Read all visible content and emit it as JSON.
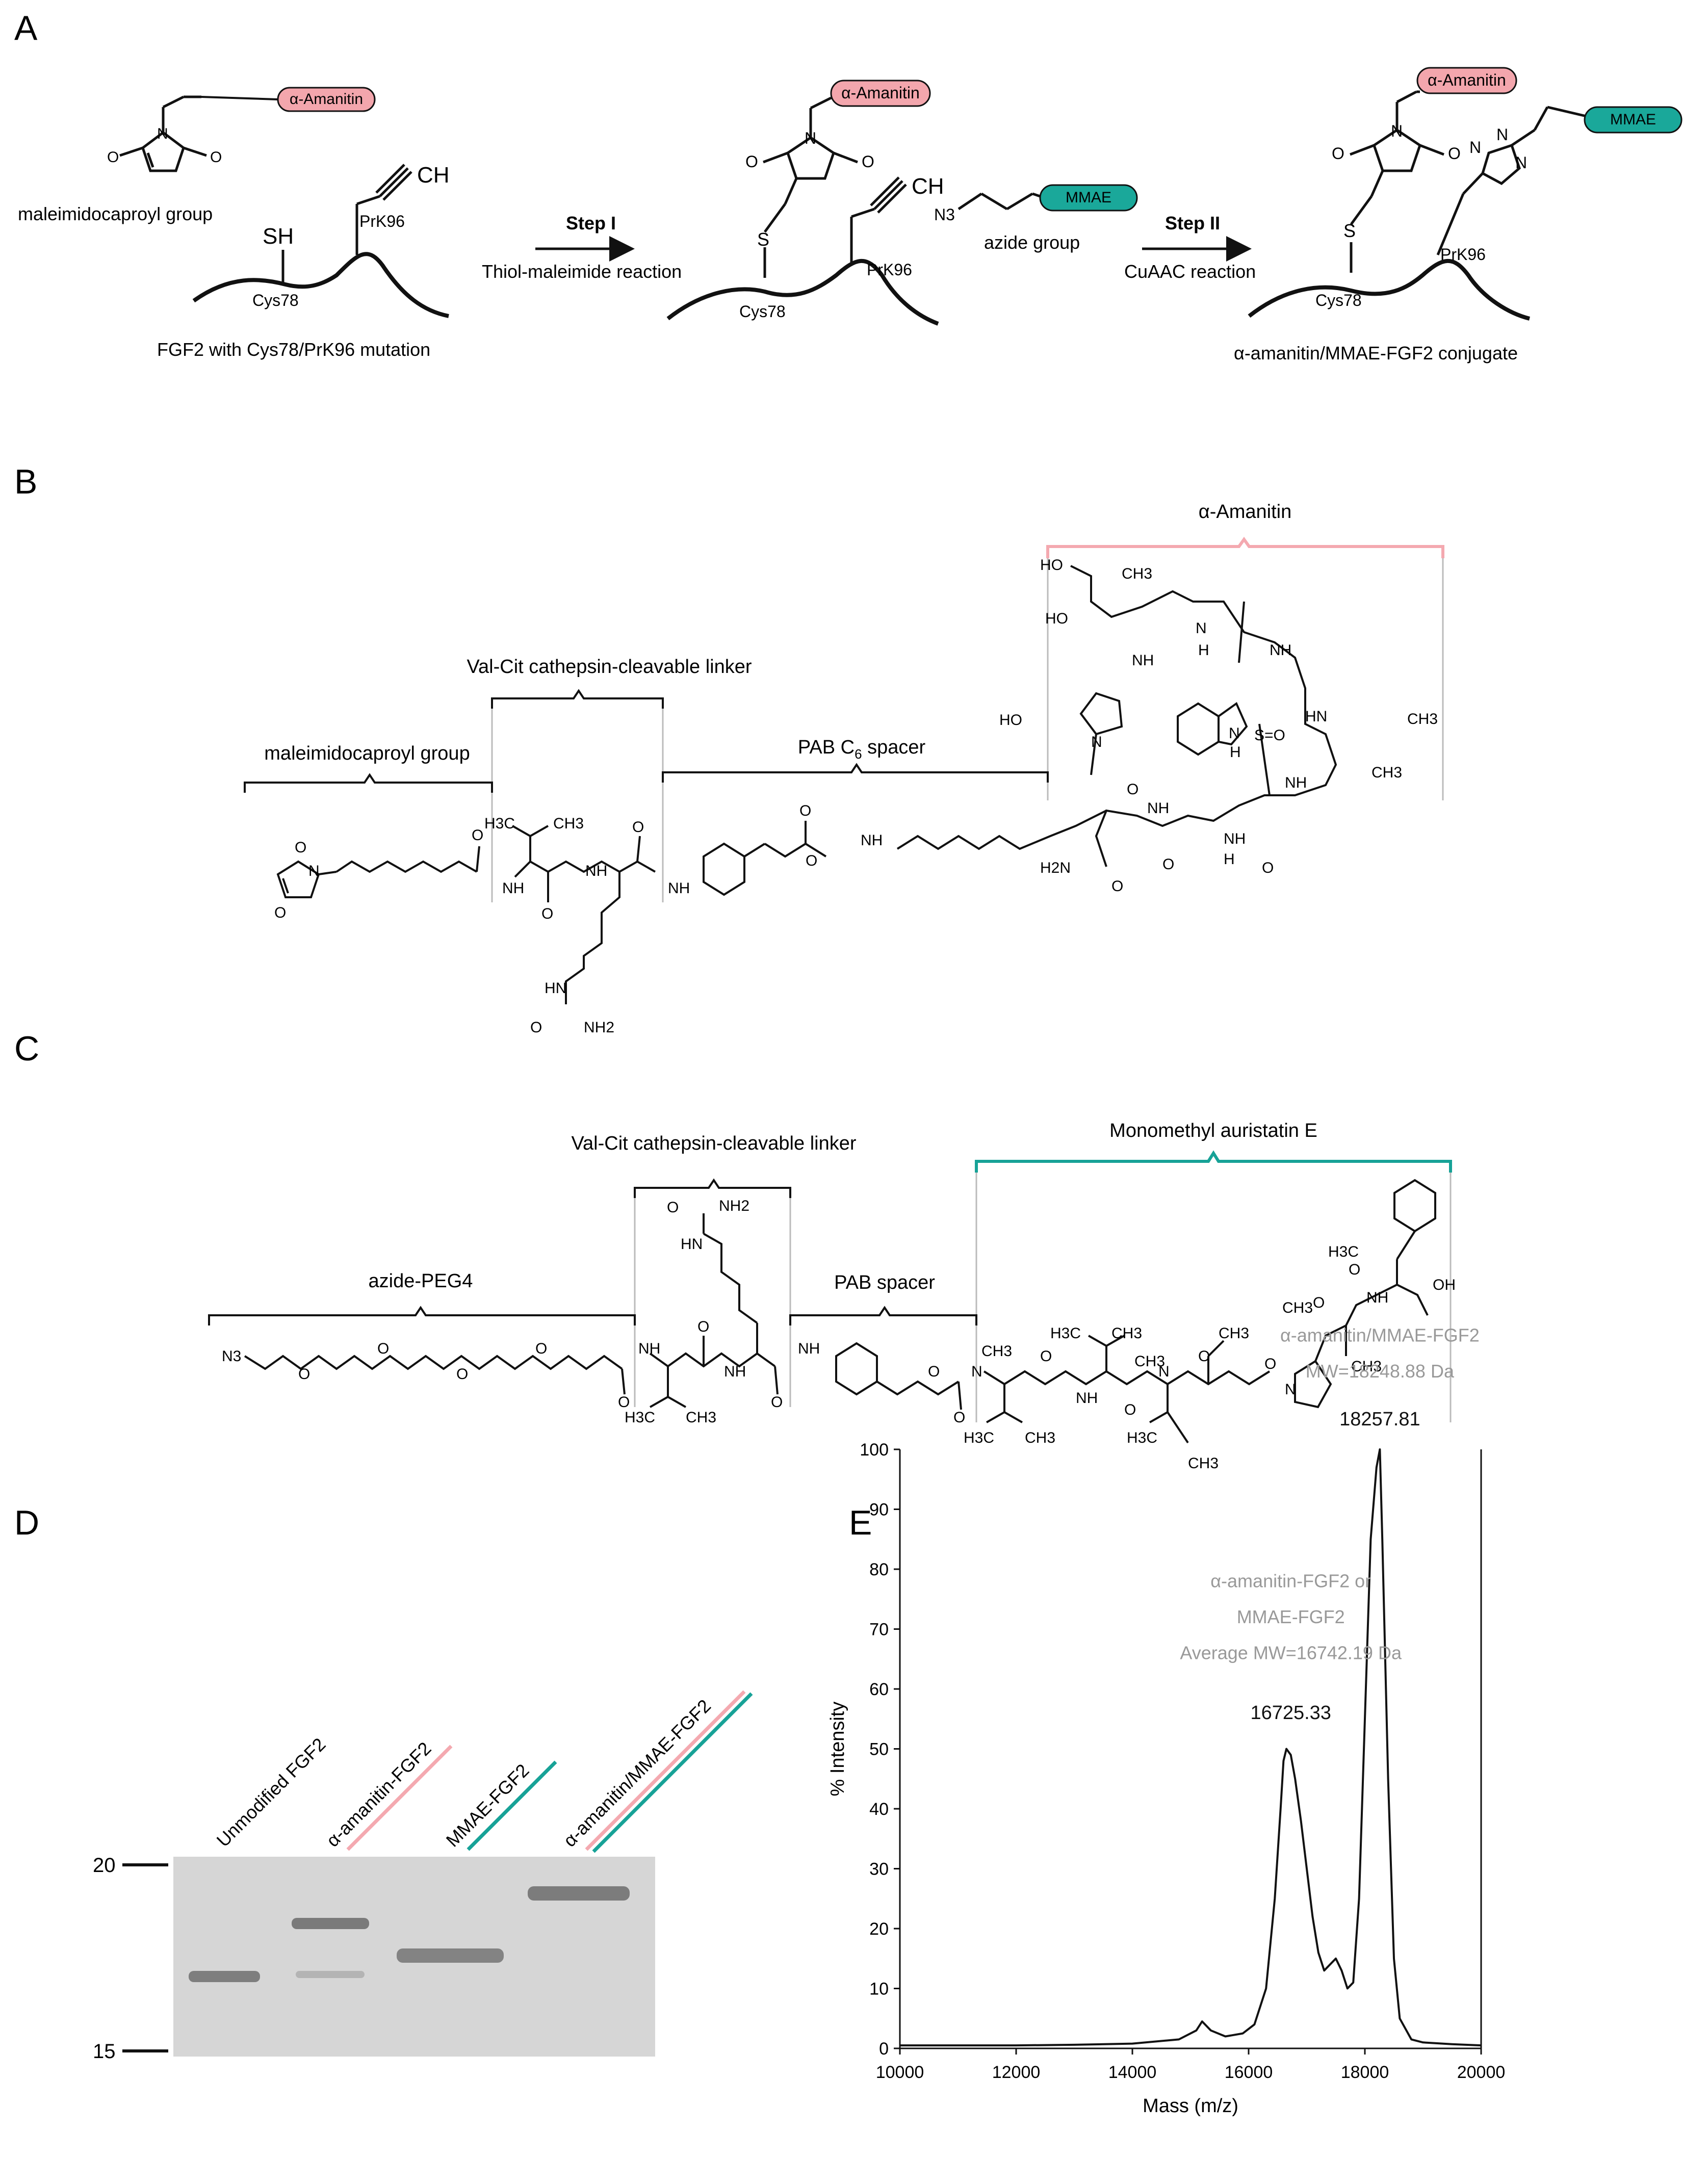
{
  "panel_labels": {
    "a": "A",
    "b": "B",
    "c": "C",
    "d": "D",
    "e": "E"
  },
  "colors": {
    "amanitin_fill": "#f3a6ad",
    "mmae_fill": "#1aa89a",
    "pink_line": "#f4a9b0",
    "teal_line": "#17a297",
    "gray_text": "#999999",
    "gel_bg": "#d6d6d6"
  },
  "panelA": {
    "tag_amanitin": "α-Amanitin",
    "tag_mmae": "MMAE",
    "maleimidocaproyl": "maleimidocaproyl group",
    "sh": "SH",
    "ch": "CH",
    "prk96": "PrK96",
    "cys78": "Cys78",
    "s": "S",
    "fgf2_mutation": "FGF2 with Cys78/PrK96 mutation",
    "step1": "Step I",
    "step1_desc": "Thiol-maleimide reaction",
    "azide_label": "azide group",
    "n3": "N3",
    "step2": "Step II",
    "step2_desc": "CuAAC reaction",
    "conjugate": "α-amanitin/MMAE-FGF2 conjugate",
    "o": "O",
    "n": "N"
  },
  "panelB": {
    "amanitin": "α-Amanitin",
    "valcit": "Val-Cit cathepsin-cleavable linker",
    "maleimidocaproyl": "maleimidocaproyl group",
    "pab_prefix": "PAB C",
    "pab_sub": "6",
    "pab_suffix": " spacer",
    "atoms": {
      "ho1": "HO",
      "ho2": "HO",
      "ho3": "HO",
      "ch3": "CH3",
      "n": "N",
      "h": "H",
      "nh": "NH",
      "o": "O",
      "h3c": "H3C",
      "h2n": "H2N",
      "nh2": "NH2",
      "s_o": "S=O",
      "hn": "HN"
    }
  },
  "panelC": {
    "mmae": "Monomethyl auristatin E",
    "valcit": "Val-Cit cathepsin-cleavable linker",
    "azide_peg4": "azide-PEG4",
    "pab": "PAB spacer",
    "atoms": {
      "n3": "N3",
      "o": "O",
      "nh": "NH",
      "nh2": "NH2",
      "hn": "HN",
      "n": "N",
      "ch3": "CH3",
      "h3c": "H3C",
      "oh": "OH"
    }
  },
  "panelD": {
    "lanes": [
      "Unmodified FGF2",
      "α-amanitin-FGF2",
      "MMAE-FGF2",
      "α-amanitin/MMAE-FGF2"
    ],
    "marker_top": "20",
    "marker_bottom": "15"
  },
  "chart_data": {
    "type": "line",
    "xlabel": "Mass (m/z)",
    "ylabel": "% Intensity",
    "xlim": [
      10000,
      20000
    ],
    "ylim": [
      0,
      100
    ],
    "xticks": [
      10000,
      12000,
      14000,
      16000,
      18000,
      20000
    ],
    "yticks": [
      0,
      10,
      20,
      30,
      40,
      50,
      60,
      70,
      80,
      90,
      100
    ],
    "series": [
      {
        "x": [
          10000,
          11000,
          12000,
          13000,
          14000,
          14800,
          15100,
          15200,
          15350,
          15600,
          15900,
          16100,
          16300,
          16450,
          16550,
          16600,
          16650,
          16725,
          16800,
          16900,
          17000,
          17100,
          17200,
          17300,
          17400,
          17500,
          17600,
          17700,
          17800,
          17900,
          18000,
          18100,
          18200,
          18257.81,
          18300,
          18400,
          18500,
          18600,
          18800,
          19000,
          19500,
          20000
        ],
        "y": [
          0.5,
          0.5,
          0.5,
          0.6,
          0.8,
          1.5,
          3,
          4.5,
          3,
          2,
          2.5,
          4,
          10,
          25,
          40,
          48,
          50,
          49,
          45,
          38,
          30,
          22,
          16,
          13,
          14,
          15,
          13,
          10,
          11,
          25,
          55,
          85,
          97,
          100,
          85,
          45,
          15,
          5,
          1.5,
          1,
          0.7,
          0.5
        ]
      }
    ],
    "annotations": [
      {
        "text": "α-amanitin/MMAE-FGF2",
        "x": 18257.81,
        "y": 118
      },
      {
        "text": "MW=18248.88 Da",
        "x": 18257.81,
        "y": 112
      },
      {
        "text": "18257.81",
        "x": 18257.81,
        "y": 104
      },
      {
        "text": "α-amanitin-FGF2 or",
        "x": 16725.33,
        "y": 77
      },
      {
        "text": "MMAE-FGF2",
        "x": 16725.33,
        "y": 71
      },
      {
        "text": "Average MW=16742.19 Da",
        "x": 16725.33,
        "y": 65
      },
      {
        "text": "16725.33",
        "x": 16725.33,
        "y": 55
      }
    ]
  }
}
